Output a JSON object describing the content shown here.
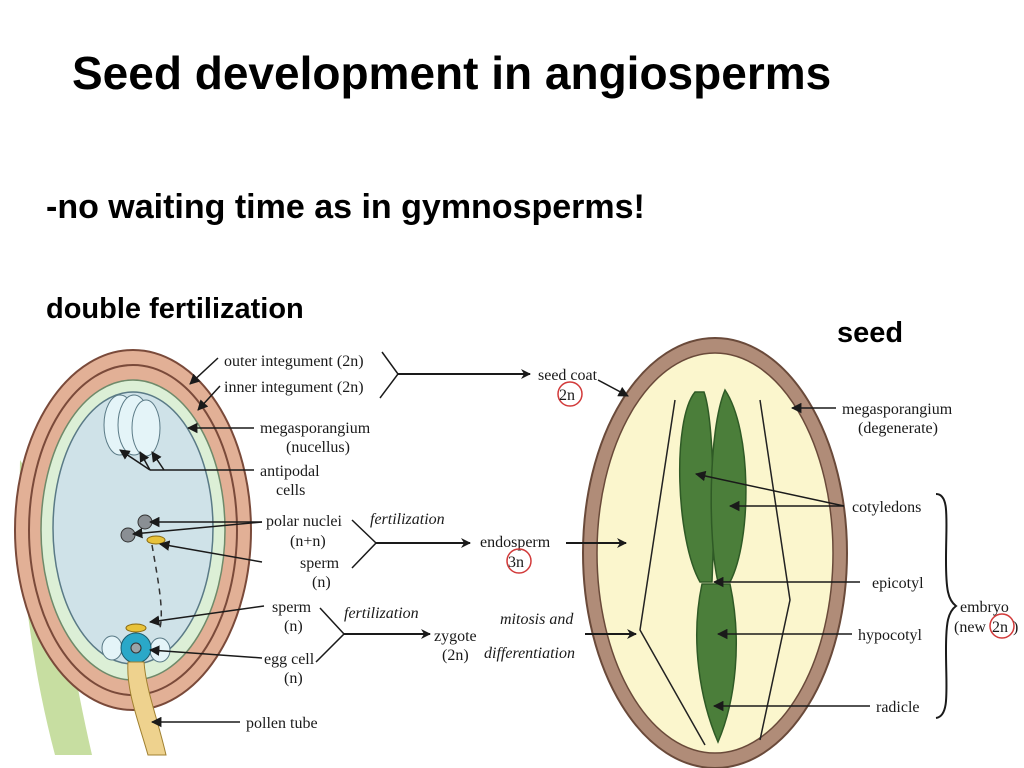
{
  "title": "Seed development in angiosperms",
  "subtitle": "-no waiting time as in gymnosperms!",
  "section_left": "double fertilization",
  "section_right": "seed",
  "ovule_labels": {
    "outer_integument": "outer integument (2n)",
    "inner_integument": "inner integument (2n)",
    "megasporangium_1": "megasporangium",
    "megasporangium_2": "(nucellus)",
    "antipodal_1": "antipodal",
    "antipodal_2": "cells",
    "polar_1": "polar nuclei",
    "polar_2": "(n+n)",
    "sperm_a_1": "sperm",
    "sperm_a_2": "(n)",
    "sperm_b_1": "sperm",
    "sperm_b_2": "(n)",
    "egg_1": "egg cell",
    "egg_2": "(n)",
    "pollen_tube": "pollen tube"
  },
  "process_labels": {
    "fertilization_top": "fertilization",
    "fertilization_bottom": "fertilization",
    "mitosis_1": "mitosis and",
    "mitosis_2": "differentiation"
  },
  "product_labels": {
    "seed_coat": "seed coat",
    "seed_coat_ploidy": "2n",
    "endosperm": "endosperm",
    "endosperm_ploidy": "3n",
    "zygote": "zygote",
    "zygote_ploidy": "(2n)"
  },
  "seed_labels": {
    "megasporangium_1": "megasporangium",
    "megasporangium_2": "(degenerate)",
    "cotyledons": "cotyledons",
    "epicotyl": "epicotyl",
    "hypocotyl": "hypocotyl",
    "radicle": "radicle",
    "embryo_1": "embryo",
    "embryo_2": "(new",
    "embryo_ploidy": "2n",
    "embryo_close": ")"
  },
  "colors": {
    "integument": "#e2b096",
    "integument_stroke": "#7a4a3a",
    "nucellus": "#dcefd6",
    "embryo_sac": "#cfe2e8",
    "seed_coat": "#b08c78",
    "seed_interior": "#fbf6cd",
    "embryo": "#4b7e3a",
    "embryo_stroke": "#2f5a26",
    "pollen_tube": "#eed28e",
    "egg": "#2aa8c8",
    "sperm": "#e8c23a",
    "stalk": "#c7dea1",
    "ploidy_circle": "#d23a3a"
  }
}
